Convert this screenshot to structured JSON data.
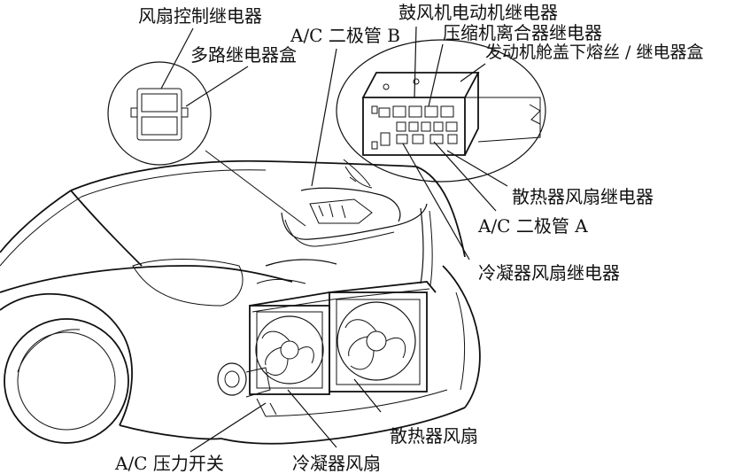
{
  "labels": {
    "fan_control_relay": "风扇控制继电器",
    "multi_relay_box": "多路继电器盒",
    "ac_diode_b": "A/C 二极管 B",
    "blower_motor_relay": "鼓风机电动机继电器",
    "compressor_clutch_relay": "压缩机离合器继电器",
    "underhood_fuse_relay_box": "发动机舱盖下熔丝 / 继电器盒",
    "radiator_fan_relay": "散热器风扇继电器",
    "ac_diode_a": "A/C 二极管 A",
    "condenser_fan_relay": "冷凝器风扇继电器",
    "radiator_fan": "散热器风扇",
    "ac_pressure_switch": "A/C 压力开关",
    "condenser_fan": "冷凝器风扇"
  }
}
